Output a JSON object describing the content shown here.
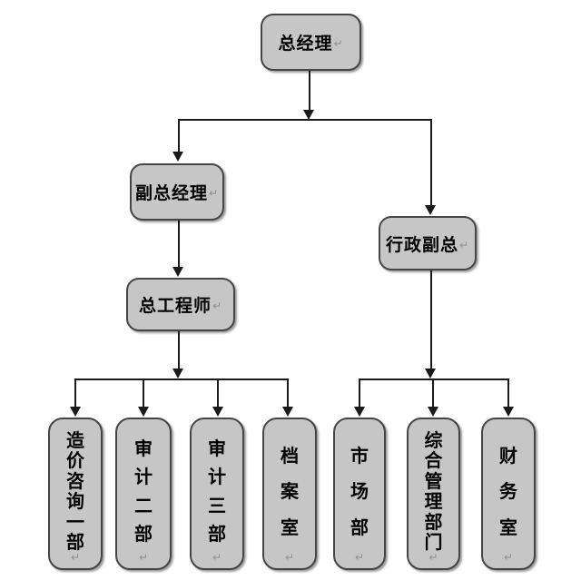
{
  "diagram_type": "org-chart",
  "return_mark": "↵",
  "colors": {
    "box_fill": "#c6c6c6",
    "box_border": "#454545",
    "box_shadow": "#9b9b9b",
    "connector_line": "#1a1a1a",
    "background": "#ffffff",
    "return_mark": "#8f8f8f",
    "text": "#000000"
  },
  "nodes": {
    "general_manager": {
      "label": "总经理"
    },
    "deputy_general_manager": {
      "label": "副总经理"
    },
    "chief_engineer": {
      "label": "总工程师"
    },
    "admin_vp": {
      "label": "行政副总"
    }
  },
  "departments": [
    {
      "label": "造价咨询一部",
      "parent": "总工程师"
    },
    {
      "label": "审计二部",
      "parent": "总工程师"
    },
    {
      "label": "审计三部",
      "parent": "总工程师"
    },
    {
      "label": "档案室",
      "parent": "总工程师"
    },
    {
      "label": "市场部",
      "parent": "行政副总"
    },
    {
      "label": "综合管理部门",
      "parent": "行政副总"
    },
    {
      "label": "财务室",
      "parent": "行政副总"
    }
  ],
  "hierarchy": {
    "root": "总经理",
    "children": {
      "总经理": [
        "副总经理",
        "行政副总"
      ],
      "副总经理": [
        "总工程师"
      ],
      "总工程师": [
        "造价咨询一部",
        "审计二部",
        "审计三部",
        "档案室"
      ],
      "行政副总": [
        "市场部",
        "综合管理部门",
        "财务室"
      ]
    }
  }
}
